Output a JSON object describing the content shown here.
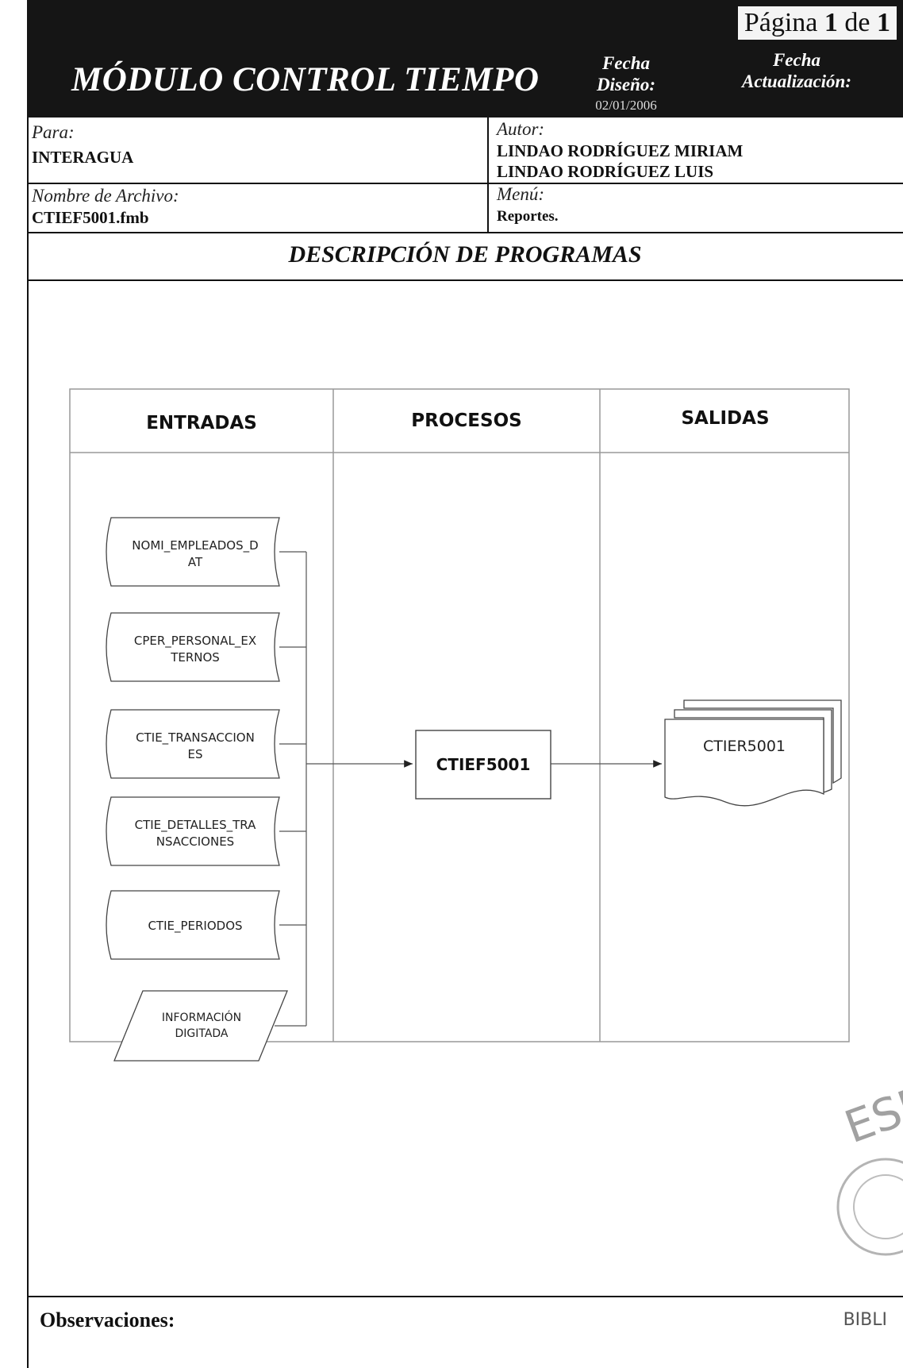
{
  "header": {
    "pagina_prefix": "Página",
    "pagina_num": "1",
    "pagina_de": "de",
    "pagina_total": "1",
    "title": "MÓDULO CONTROL TIEMPO",
    "fecha_diseno_label_1": "Fecha",
    "fecha_diseno_label_2": "Diseño:",
    "fecha_diseno_value": "02/01/2006",
    "fecha_act_label_1": "Fecha",
    "fecha_act_label_2": "Actualización:"
  },
  "info": {
    "para_label": "Para:",
    "para_value": "INTERAGUA",
    "autor_label": "Autor:",
    "autor_1": "LINDAO RODRÍGUEZ MIRIAM",
    "autor_2": "LINDAO RODRÍGUEZ LUIS",
    "archivo_label": "Nombre de Archivo:",
    "archivo_value": "CTIEF5001.fmb",
    "menu_label": "Menú:",
    "menu_value": "Reportes."
  },
  "section_title": "DESCRIPCIÓN DE PROGRAMAS",
  "diagram": {
    "columns": [
      "ENTRADAS",
      "PROCESOS",
      "SALIDAS"
    ],
    "inputs": [
      {
        "line1": "NOMI_EMPLEADOS_D",
        "line2": "AT",
        "shape": "stored-data"
      },
      {
        "line1": "CPER_PERSONAL_EX",
        "line2": "TERNOS",
        "shape": "stored-data"
      },
      {
        "line1": "CTIE_TRANSACCION",
        "line2": "ES",
        "shape": "stored-data"
      },
      {
        "line1": "CTIE_DETALLES_TRA",
        "line2": "NSACCIONES",
        "shape": "stored-data"
      },
      {
        "line1": "CTIE_PERIODOS",
        "line2": "",
        "shape": "stored-data"
      },
      {
        "line1": "INFORMACIÓN",
        "line2": "DIGITADA",
        "shape": "parallelogram"
      }
    ],
    "process": "CTIEF5001",
    "output": "CTIER5001"
  },
  "footer": {
    "observaciones": "Observaciones:",
    "stamp_text": "ESP",
    "biblio": "BIBLI"
  }
}
